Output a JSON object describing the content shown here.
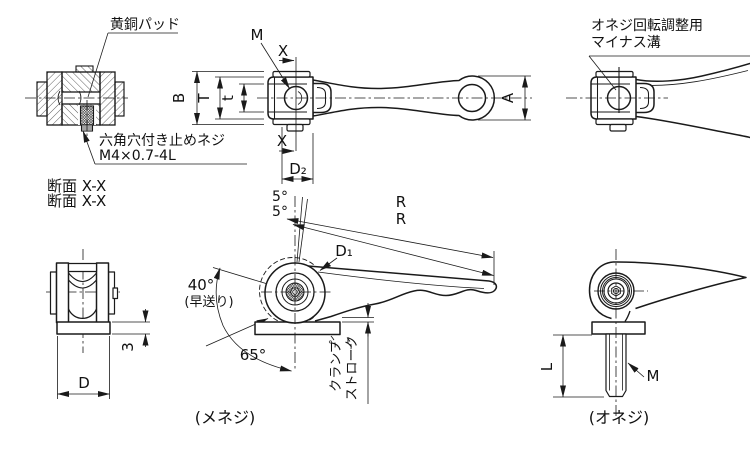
{
  "drawing": {
    "background": "#ffffff",
    "line_color": "#1a1a1a",
    "section_view": {
      "brass_pad": "黄銅パッド",
      "set_screw": "六角穴付き止めネジ",
      "set_screw_size": "M4×0.7-4L",
      "caption_line1": "断面 X-X",
      "caption_line2": "断面 X-X"
    },
    "top_view": {
      "dim_m": "M",
      "dim_x_top": "X",
      "dim_x_bottom": "X",
      "dim_b": "B",
      "dim_t_cap": "T",
      "dim_t_small": "t",
      "dim_a": "A",
      "dim_d2": "D₂"
    },
    "top_right_view": {
      "note_line1": "オネジ回転調整用",
      "note_line2": "マイナス溝"
    },
    "side_view": {
      "angle_5_first": "5°",
      "angle_5_second": "5°",
      "dim_r_first": "R",
      "dim_r_second": "R",
      "dim_d1": "D₁",
      "angle_40": "40°",
      "angle_40_note": "(早送り)",
      "angle_65": "65°",
      "clamp_stroke_line1": "クランプ",
      "clamp_stroke_line2": "ストローク",
      "caption": "(メネジ)"
    },
    "front_view": {
      "dim_3": "3",
      "dim_d": "D"
    },
    "male_view": {
      "dim_l": "L",
      "dim_m": "M",
      "caption": "(オネジ)"
    }
  }
}
